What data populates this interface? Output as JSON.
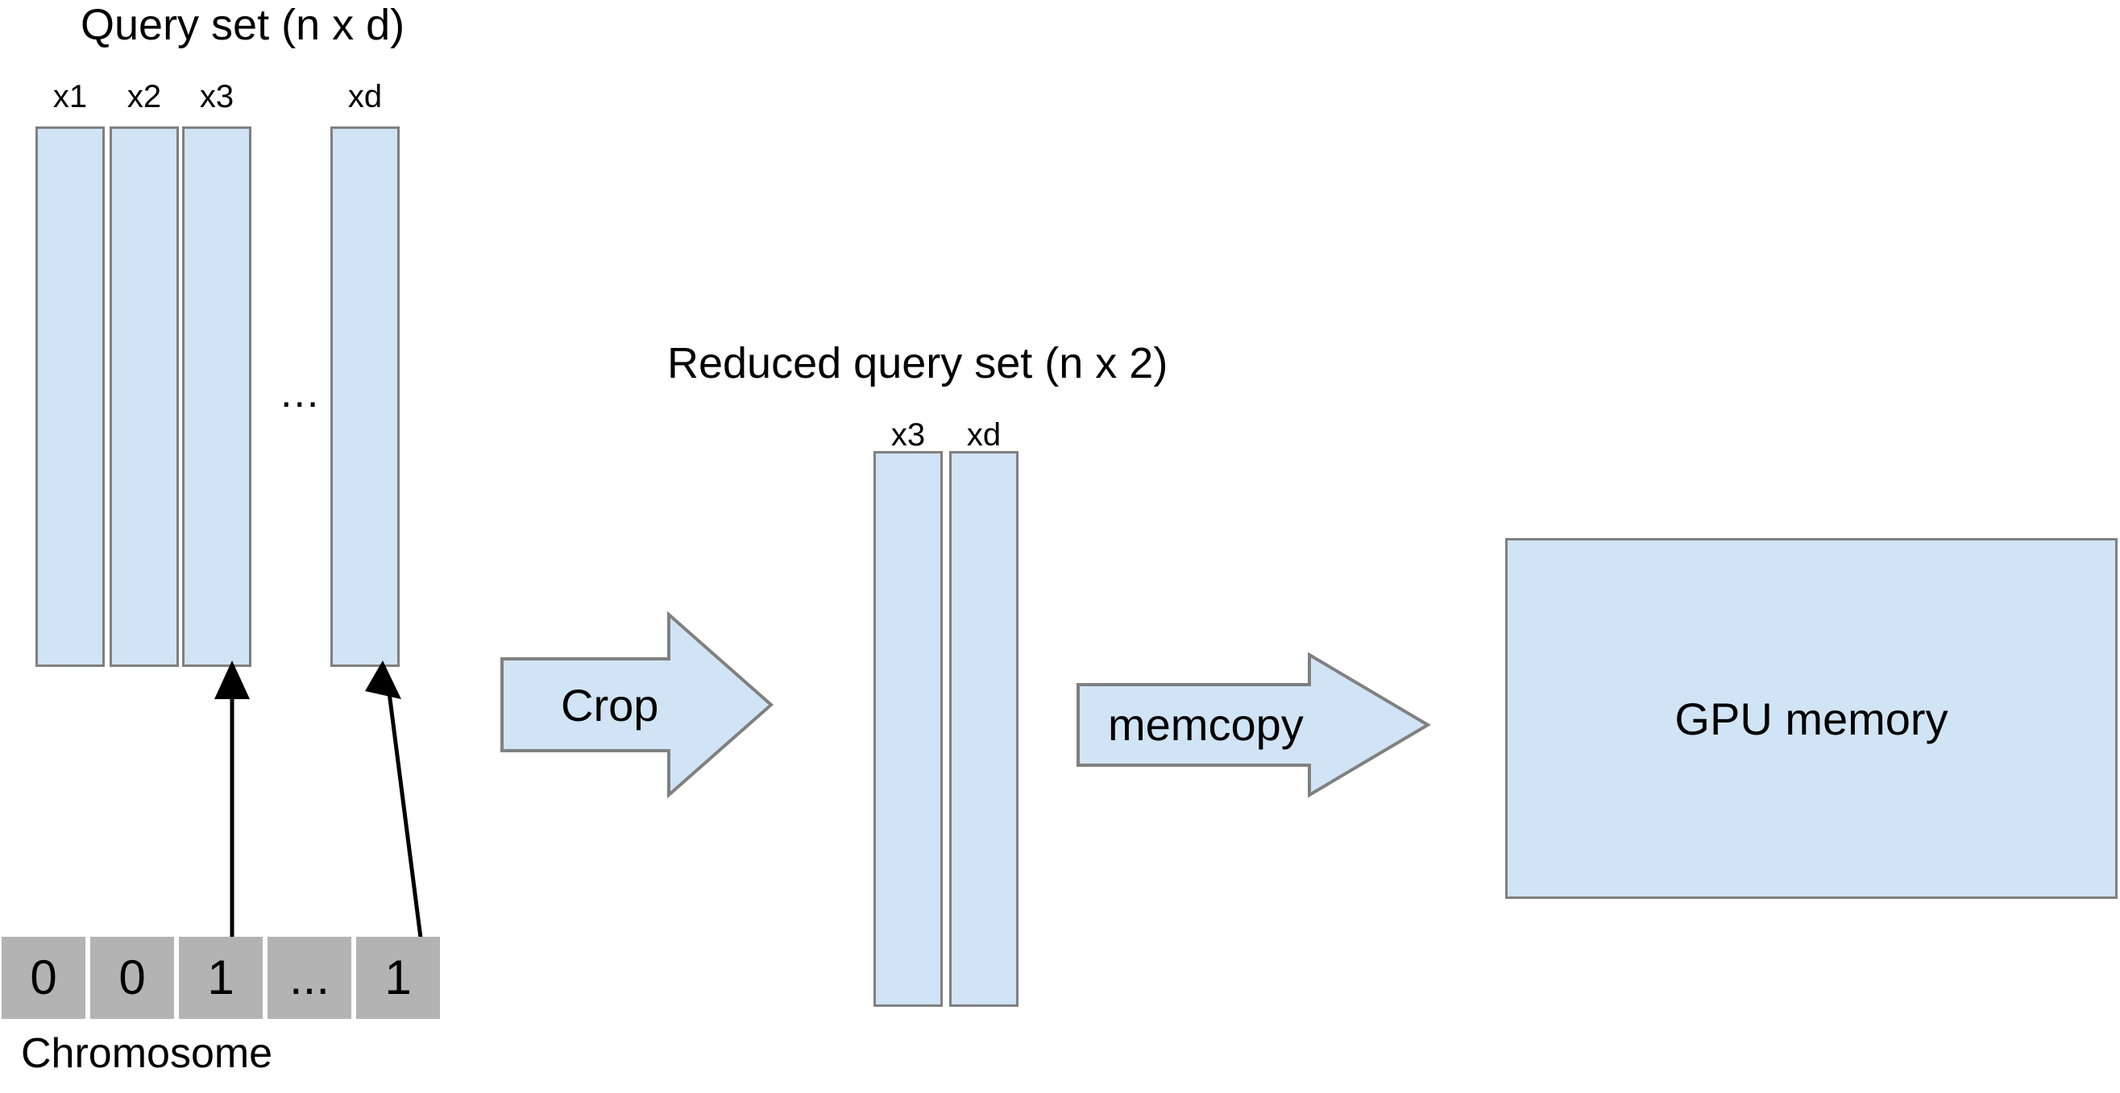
{
  "diagram": {
    "query_set": {
      "title": "Query set (n x d)",
      "columns": [
        {
          "label": "x1"
        },
        {
          "label": "x2"
        },
        {
          "label": "x3"
        },
        {
          "label": "xd"
        }
      ],
      "ellipsis": "..."
    },
    "chromosome": {
      "caption": "Chromosome",
      "genes": [
        "0",
        "0",
        "1",
        "...",
        "1"
      ]
    },
    "crop_arrow": {
      "label": "Crop"
    },
    "reduced_query_set": {
      "title": "Reduced query set (n x 2)",
      "columns": [
        {
          "label": "x3"
        },
        {
          "label": "xd"
        }
      ]
    },
    "memcopy_arrow": {
      "label": "memcopy"
    },
    "gpu_memory": {
      "label": "GPU memory"
    },
    "colors": {
      "fill_blue": "#d0e4f5",
      "stroke_gray": "#808080",
      "gene_gray": "#b3b3b3",
      "text": "#000000",
      "background": "#ffffff"
    }
  }
}
